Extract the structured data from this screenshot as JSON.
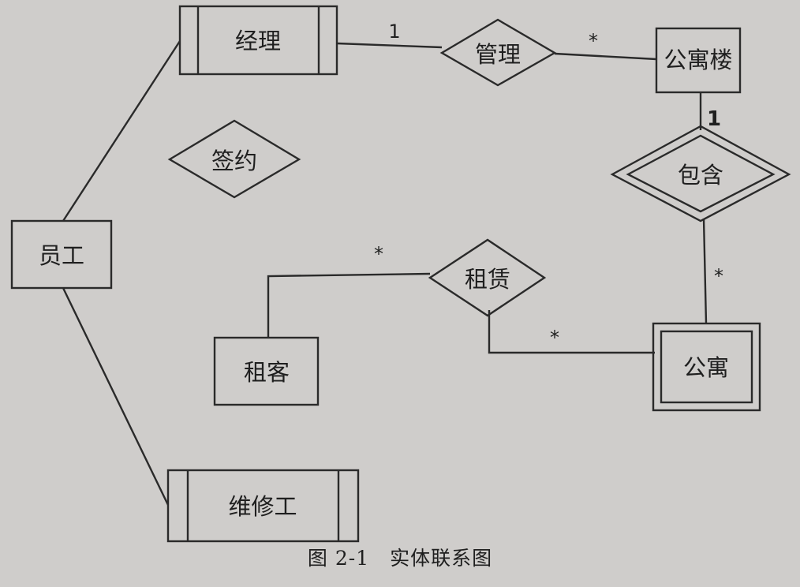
{
  "entities": {
    "manager": "经理",
    "building": "公寓楼",
    "employee": "员工",
    "tenant": "租客",
    "apartment": "公寓",
    "repairman": "维修工"
  },
  "relationships": {
    "manage": "管理",
    "sign": "签约",
    "contain": "包含",
    "lease": "租赁"
  },
  "cardinalities": {
    "manager_manage": "1",
    "manage_building": "*",
    "building_contain": "1",
    "contain_apartment": "*",
    "tenant_lease": "*",
    "lease_apartment": "*"
  },
  "caption": "图 2-1　实体联系图"
}
